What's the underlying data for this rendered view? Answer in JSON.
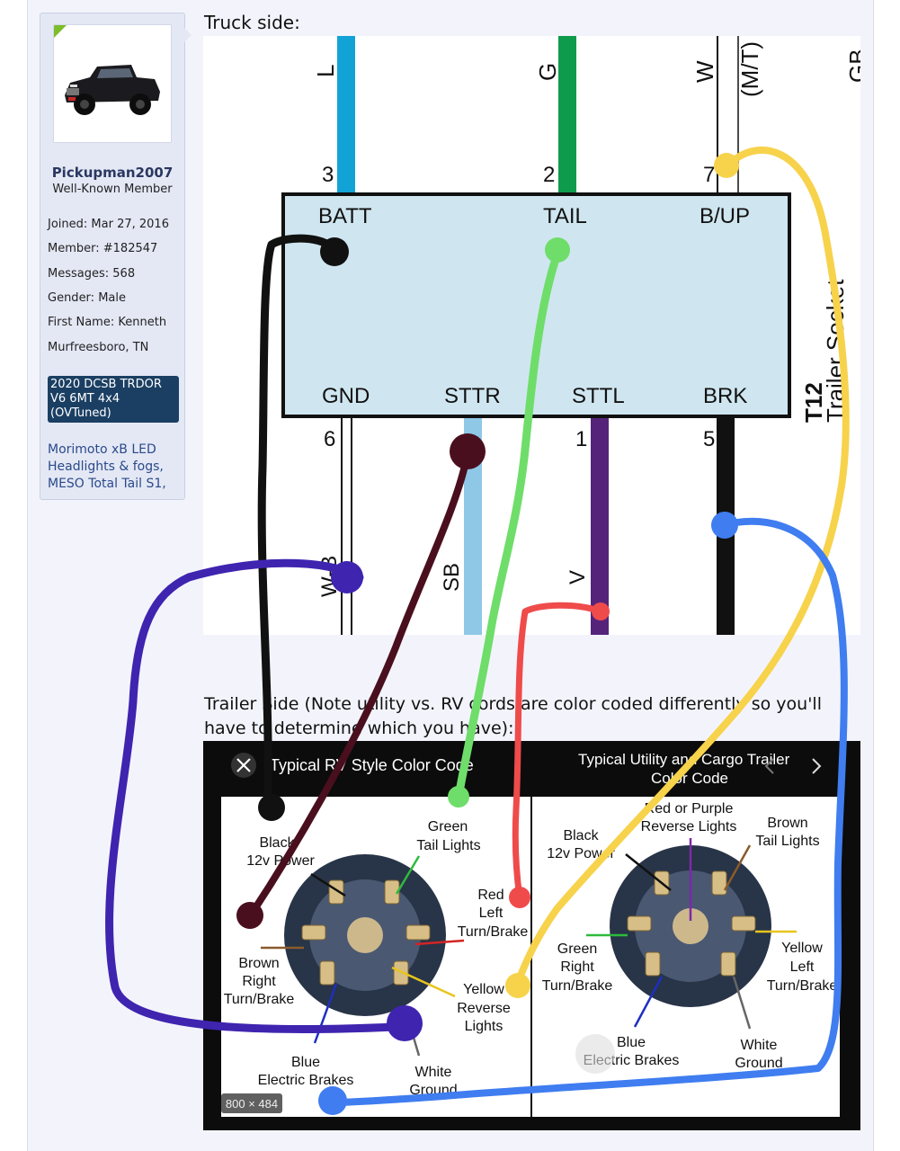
{
  "user": {
    "name": "Pickupman2007",
    "title": "Well-Known Member",
    "stats": [
      {
        "label": "Joined:",
        "value": "Mar 27, 2016"
      },
      {
        "label": "Member:",
        "value": "#182547"
      },
      {
        "label": "Messages:",
        "value": "568"
      },
      {
        "label": "Gender:",
        "value": "Male"
      },
      {
        "label": "First Name:",
        "value": "Kenneth"
      },
      {
        "label": "",
        "value": "Murfreesboro, TN"
      }
    ],
    "vehicle_lines": [
      "2020 DCSB TRDOR",
      "V6 6MT 4x4",
      "(OVTuned)"
    ],
    "signature_lines": [
      "Morimoto xB LED",
      "Headlights & fogs,",
      "MESO Total Tail S1,"
    ]
  },
  "post": {
    "truck_heading": "Truck side:",
    "trailer_line1": "Trailer Side (Note utility vs. RV cords are color coded differently so you'll",
    "trailer_line2": "have to determine which you have):"
  },
  "wiring": {
    "wire_letters": {
      "l": "L",
      "g": "G",
      "w": "W",
      "mt": "(M/T)",
      "gb": "GB",
      "wb": "W-B",
      "sb": "SB",
      "v": "V"
    },
    "pins_top": [
      "3",
      "2",
      "7"
    ],
    "pins_bottom": [
      "6",
      "1",
      "5"
    ],
    "terminals_top": [
      "BATT",
      "TAIL",
      "B/UP"
    ],
    "terminals_bottom": [
      "GND",
      "STTR",
      "STTL",
      "BRK"
    ],
    "connector_code": "T12",
    "connector_name": "Trailer Socket",
    "colors": {
      "l": "#12a3d6",
      "g": "#0e9b4c",
      "sb": "#8fc8e6",
      "v": "#55247a",
      "box": "#cfe6f0"
    }
  },
  "gallery": {
    "left_title": "Typical RV Style Color Code",
    "right_title_1": "Typical Utility and Cargo Trailer",
    "right_title_2": "Color Code",
    "size_badge": "800 × 484",
    "rv_labels": {
      "black": [
        "Black",
        "12v Power"
      ],
      "green": [
        "Green",
        "Tail Lights"
      ],
      "red": [
        "Red",
        "Left",
        "Turn/Brake"
      ],
      "brown": [
        "Brown",
        "Right",
        "Turn/Brake"
      ],
      "yellow": [
        "Yellow",
        "Reverse",
        "Lights"
      ],
      "blue": [
        "Blue",
        "Electric Brakes"
      ],
      "white": [
        "White",
        "Ground"
      ]
    },
    "utility_labels": {
      "redpurple": [
        "Red or Purple",
        "Reverse Lights"
      ],
      "black": [
        "Black",
        "12v Power"
      ],
      "brown": [
        "Brown",
        "Tail Lights"
      ],
      "green": [
        "Green",
        "Right",
        "Turn/Brake"
      ],
      "yellow": [
        "Yellow",
        "Left",
        "Turn/Brake"
      ],
      "blue": [
        "Blue",
        "Electric Brakes"
      ],
      "white": [
        "White",
        "Ground"
      ]
    }
  }
}
